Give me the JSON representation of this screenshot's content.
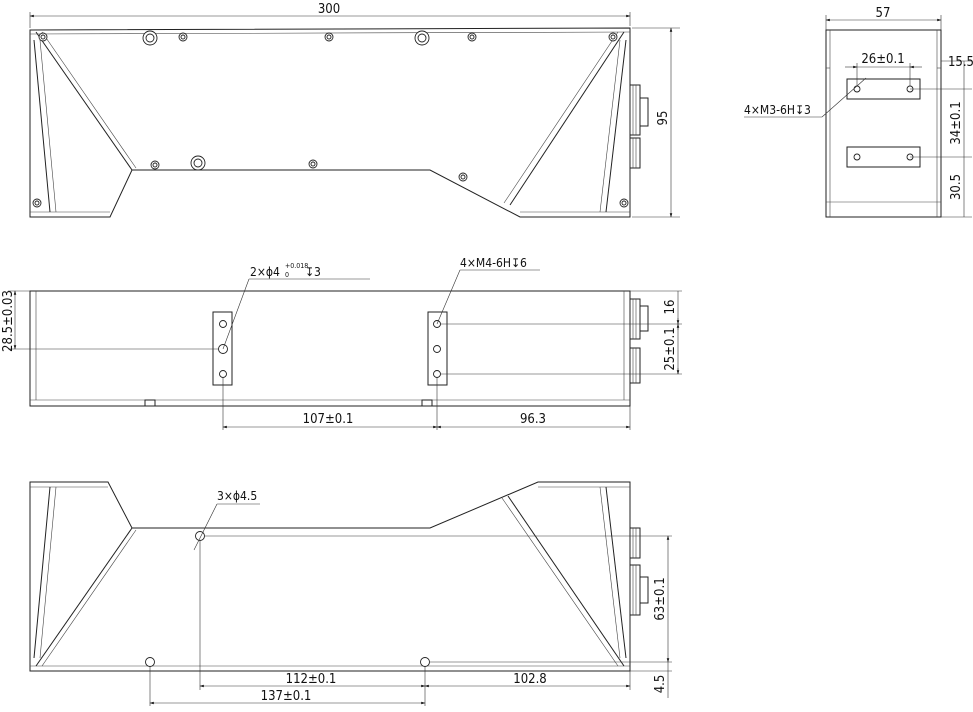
{
  "dimensions": {
    "top_view_overall_length": "300",
    "top_view_height": "95",
    "side_view_width": "57",
    "side_view_hole_spacing": "26±0.1",
    "side_view_offset_top": "15.5",
    "side_view_hole_pitch": "34±0.1",
    "side_view_offset_bottom": "30.5",
    "side_view_thread_note": "4×M3-6H↧3",
    "front_pin_note_prefix": "2×ϕ4",
    "front_pin_tol_upper": "+0.018",
    "front_pin_tol_lower": "0",
    "front_pin_note_suffix": "↧3",
    "front_thread_note": "4×M4-6H↧6",
    "front_left_height": "28.5±0.03",
    "front_hole_spacing": "107±0.1",
    "front_right_offset": "96.3",
    "front_right_top": "16",
    "front_right_pitch": "25±0.1",
    "bottom_hole_note": "3×ϕ4.5",
    "bottom_height": "63±0.1",
    "bottom_offset": "4.5",
    "bottom_spacing_a": "112±0.1",
    "bottom_spacing_b": "137±0.1",
    "bottom_right_offset": "102.8"
  }
}
